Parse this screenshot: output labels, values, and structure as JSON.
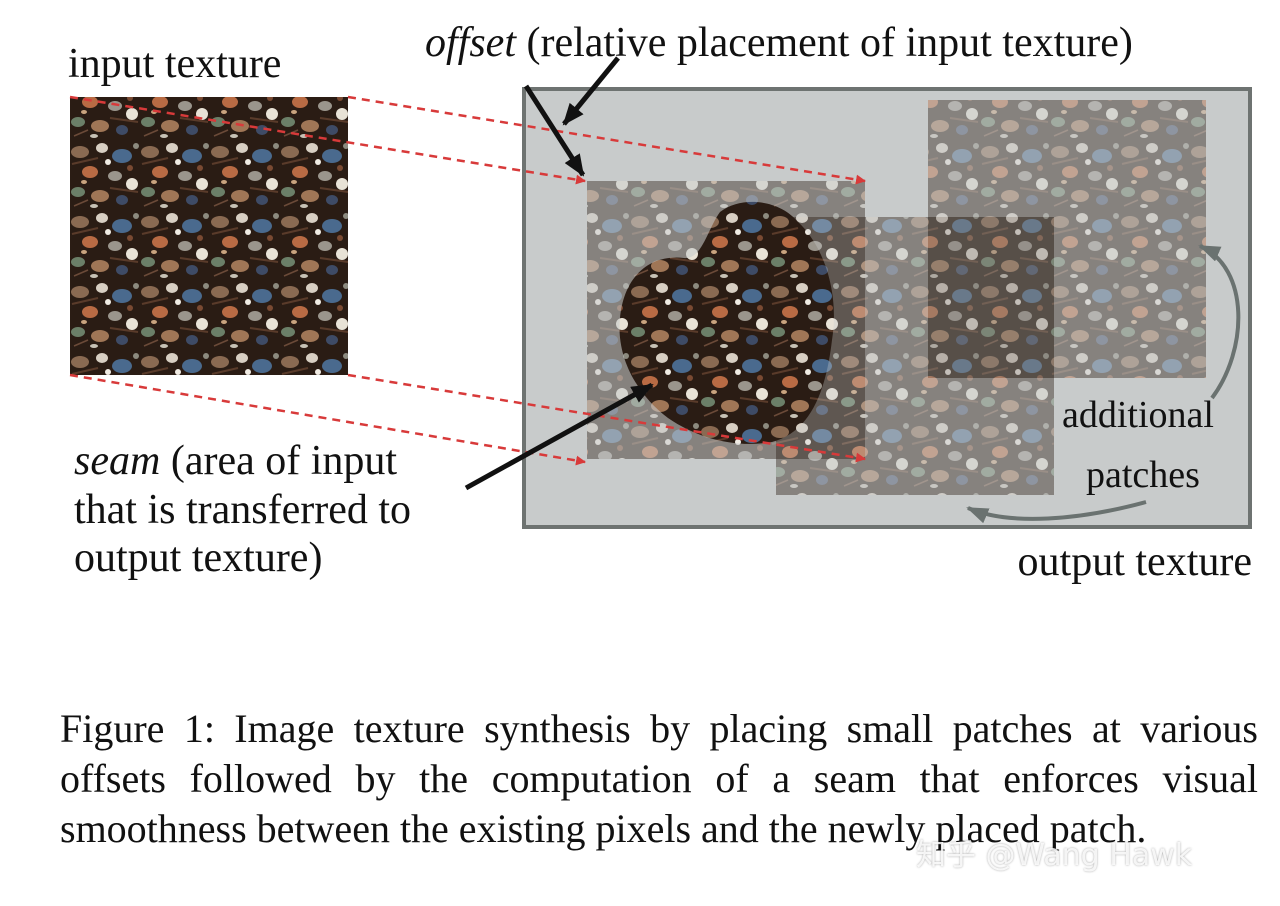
{
  "figure": {
    "input_label": "input texture",
    "offset_word": "offset",
    "offset_rest": " (relative placement of input texture)",
    "seam_word": "seam",
    "seam_line1_rest": " (area of input",
    "seam_line2": "that is transferred to",
    "seam_line3": "output texture)",
    "additional_line1": "additional",
    "additional_line2": "patches",
    "output_label": "output texture",
    "colors": {
      "frame_stroke": "#6e7371",
      "frame_fill": "#c8cbcb",
      "dashed_arrow": "#d83a3a",
      "black_arrow": "#111111",
      "gray_arrow": "#6a7270",
      "texture_dark": "#2a1c14"
    }
  },
  "caption": {
    "text": "Figure 1: Image texture synthesis by placing small patches at various offsets followed by the computation of a seam that enforces visual smoothness between the existing pixels and the newly placed patch."
  },
  "watermark": {
    "text": "知乎 @Wang Hawk"
  }
}
